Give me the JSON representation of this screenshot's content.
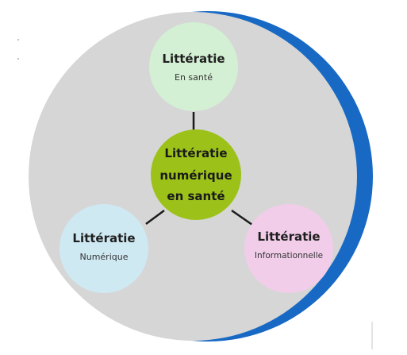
{
  "colors": {
    "background_circle": "#d6d6d6",
    "arc_blue": "#1769c4",
    "node_top": "#d4f0d4",
    "node_left": "#cfe9f3",
    "node_right": "#f1cdea",
    "node_center": "#9cc21a",
    "connector": "#1a1a1a"
  },
  "nodes": {
    "center": {
      "line1": "Littératie",
      "line2": "numérique",
      "line3": "en santé"
    },
    "top": {
      "title": "Littératie",
      "subtitle": "En santé"
    },
    "left": {
      "title": "Littératie",
      "subtitle": "Numérique"
    },
    "right": {
      "title": "Littératie",
      "subtitle": "Informationnelle"
    }
  }
}
